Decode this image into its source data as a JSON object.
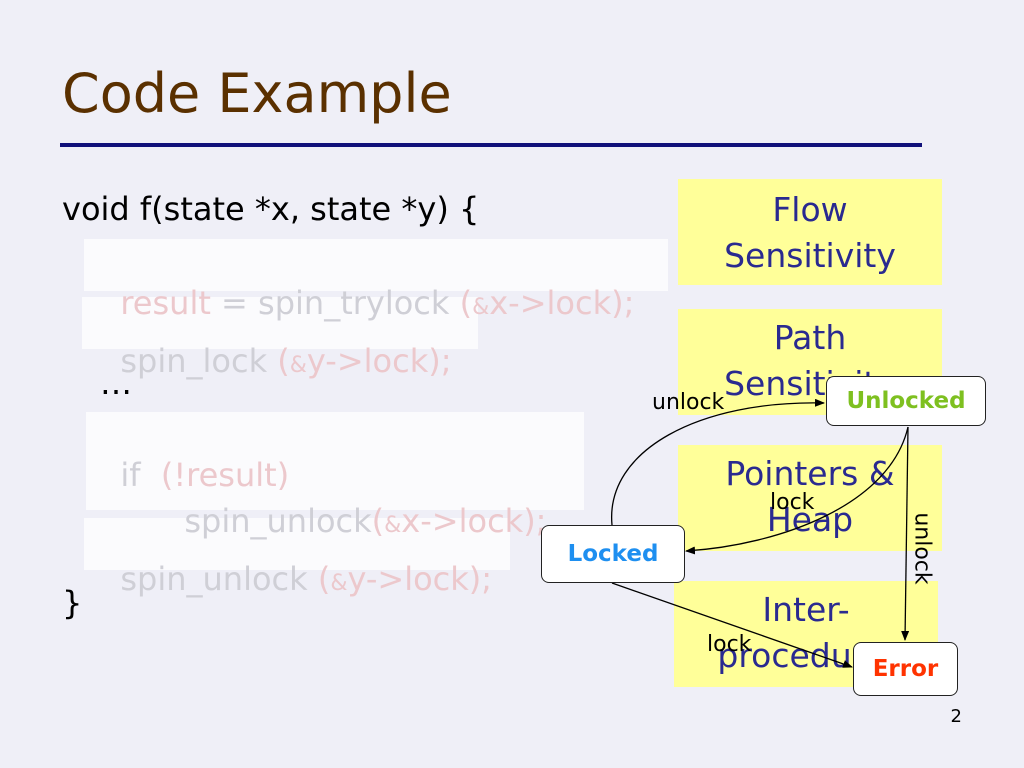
{
  "slide": {
    "title": "Code Example",
    "page_number": "2"
  },
  "code": {
    "line1": "void f(state *x, state *y) {",
    "line2": {
      "var": "result",
      "eq": " = ",
      "call": "spin_trylock",
      "lp": " (",
      "amp": "&",
      "arg": "x->lock);"
    },
    "line3": {
      "call": "spin_lock",
      "lp": " (",
      "amp": "&",
      "arg": "y->lock);"
    },
    "line4": "…",
    "line5": {
      "kw": "if",
      "cond": "  (!result)"
    },
    "line6": {
      "call": "spin_unlock",
      "lp": "(",
      "amp": "&",
      "arg": "x->lock);"
    },
    "line7": {
      "call": "spin_unlock",
      "lp": " (",
      "amp": "&",
      "arg": "y->lock);"
    },
    "line8": "}"
  },
  "boxes": {
    "flow": [
      "Flow",
      "Sensitivity"
    ],
    "path": [
      "Path",
      "Sensitivity"
    ],
    "pointers": [
      "Pointers &",
      "Heap"
    ],
    "inter": [
      "Inter-",
      "procedural"
    ]
  },
  "states": {
    "unlocked": {
      "label": "Unlocked",
      "color": "#7ec020"
    },
    "locked": {
      "label": "Locked",
      "color": "#1e8ff0"
    },
    "error": {
      "label": "Error",
      "color": "#ff3300"
    }
  },
  "edges": {
    "unlock_top": "unlock",
    "lock_mid": "lock",
    "unlock_right": "unlock",
    "lock_bottom": "lock"
  }
}
